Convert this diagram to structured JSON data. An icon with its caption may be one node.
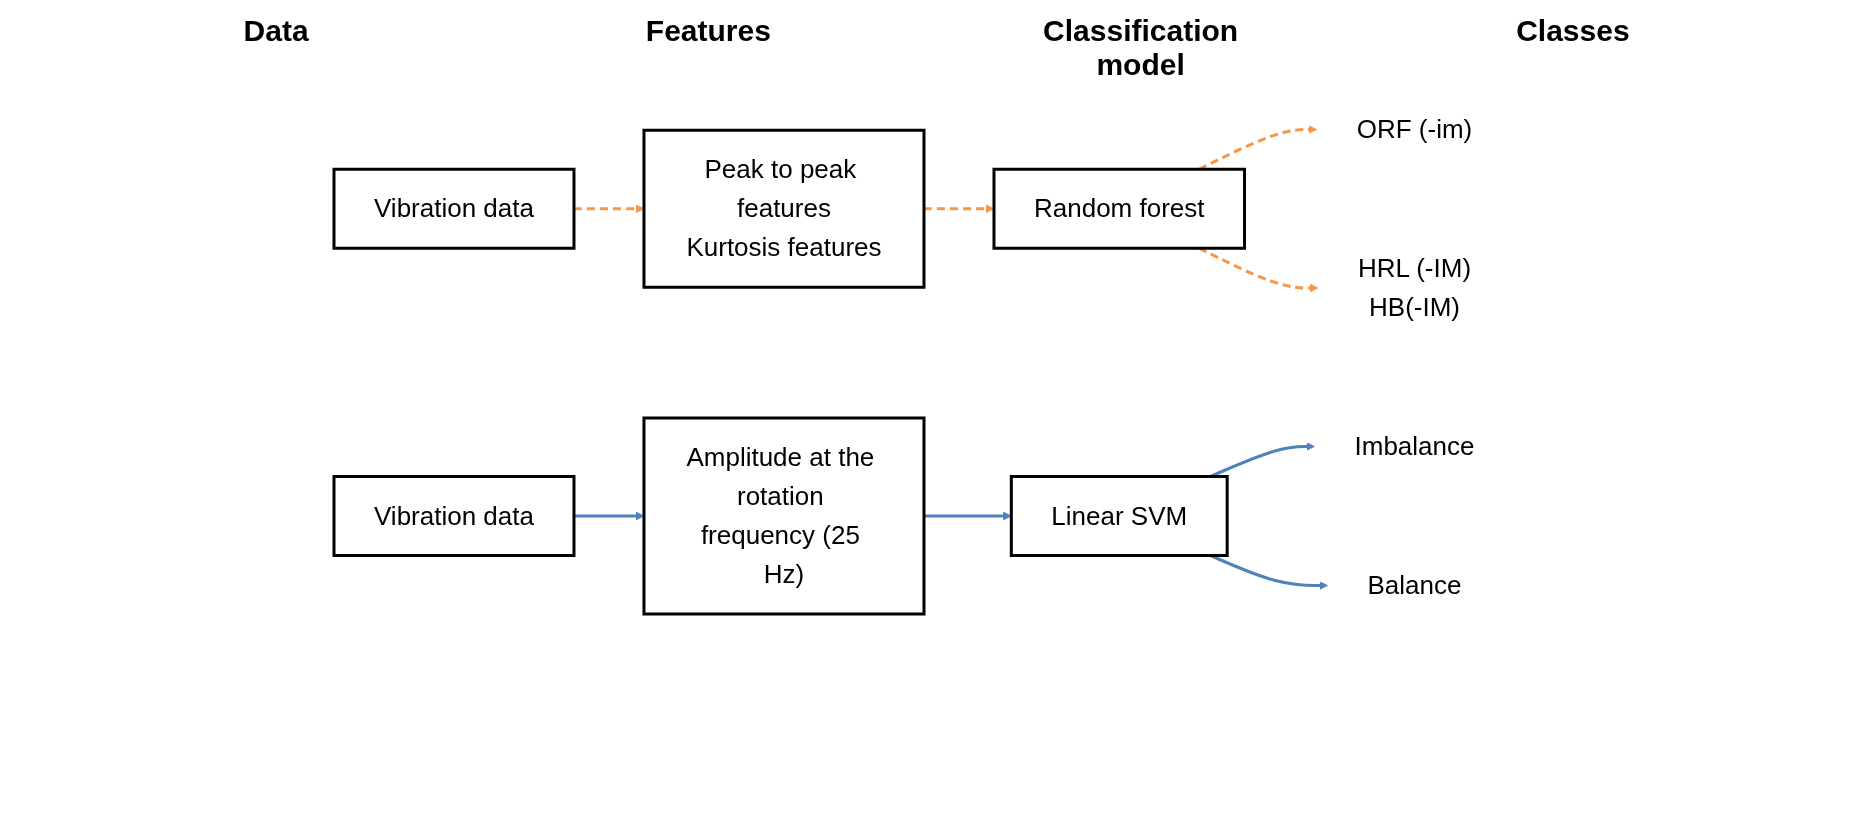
{
  "diagram": {
    "nodes": [
      {
        "text": [
          "Vibration data"
        ]
      },
      {
        "text": [
          "Peak to peak features",
          "Kurtosis features"
        ]
      },
      {
        "text": [
          "Random forest"
        ]
      },
      {
        "text": [
          "ORF (-im)"
        ]
      },
      {
        "text": [
          "HRL (-IM)",
          "HB(-IM)"
        ]
      },
      {
        "text": [
          "Vibration data"
        ]
      },
      {
        "text": [
          "Amplitude at the rotation frequency (25 Hz)"
        ]
      },
      {
        "text": [
          "Linear SVM"
        ]
      },
      {
        "text": [
          "Imbalance"
        ]
      },
      {
        "text": [
          "Balance"
        ]
      }
    ],
    "edges": [
      {
        "from": 0,
        "to": 1,
        "arrow": "to",
        "style": "dashed",
        "color": "#f79646"
      },
      {
        "from": 1,
        "to": 2,
        "arrow": "to",
        "style": "dashed",
        "color": "#f79646"
      },
      {
        "from": 2,
        "to": 3,
        "arrow": "to",
        "style": "dashed",
        "color": "#f79646"
      },
      {
        "from": 2,
        "to": 4,
        "arrow": "to",
        "style": "dashed",
        "color": "#f79646"
      },
      {
        "from": 5,
        "to": 6,
        "arrow": "to",
        "color": "#4f81bd"
      },
      {
        "from": 6,
        "to": 7,
        "arrow": "to",
        "color": "#4f81bd"
      },
      {
        "from": 7,
        "to": 8,
        "arrow": "to",
        "color": "#4f81bd"
      },
      {
        "from": 7,
        "to": 9,
        "arrow": "to",
        "color": "#4f81bd"
      }
    ],
    "labels": [
      "Data",
      "Features",
      "Classification model",
      "Classes"
    ]
  }
}
